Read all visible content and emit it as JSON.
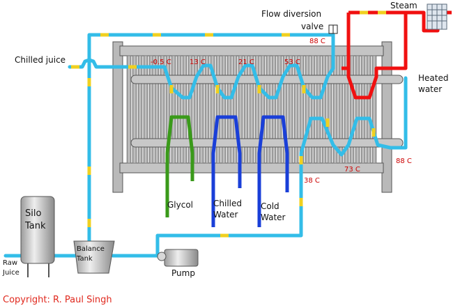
{
  "labels": {
    "flow_diversion_valve_line1": "Flow diversion",
    "flow_diversion_valve_line2": "valve",
    "steam": "Steam",
    "chilled_juice": "Chilled juice",
    "heated_water_line1": "Heated",
    "heated_water_line2": "water",
    "silo_tank_line1": "Silo",
    "silo_tank_line2": "Tank",
    "balance_tank_line1": "Balance",
    "balance_tank_line2": "Tank",
    "raw_juice_line1": "Raw",
    "raw_juice_line2": "Juice",
    "pump": "Pump",
    "glycol": "Glycol",
    "chilled_water_line1": "Chilled",
    "chilled_water_line2": "Water",
    "cold_water_line1": "Cold",
    "cold_water_line2": "Water",
    "copyright": "Copyright: R. Paul Singh"
  },
  "temperatures": {
    "t_minus_0_5": "-0.5 C",
    "t_13": "13 C",
    "t_21": "21 C",
    "t_53": "53 C",
    "t_88_top": "88 C",
    "t_88_right": "88 C",
    "t_73": "73 C",
    "t_38": "38 C"
  },
  "colors": {
    "juice_pipe": "#33bde8",
    "hot_water_pipe": "#f01010",
    "glycol_pipe": "#3a9a1a",
    "cold_pipe": "#1a3fd8",
    "flow_arrow": "#f0d020",
    "plate": "#a8a8a8",
    "label_red": "#cc0000"
  }
}
